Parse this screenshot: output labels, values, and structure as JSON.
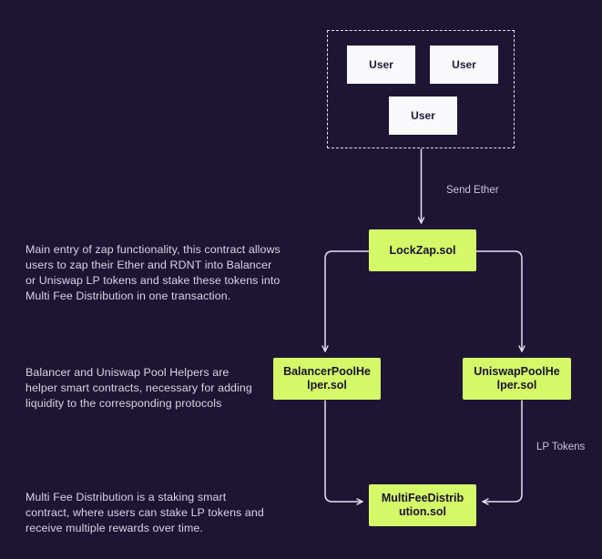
{
  "colors": {
    "background": "#1e1535",
    "accent_green": "#d5f869",
    "card_white": "#f9f9fb",
    "line": "#e6e4ef",
    "annotation_text": "#d7d4e2"
  },
  "users_group": {
    "users": [
      "User",
      "User",
      "User"
    ]
  },
  "nodes": {
    "lockzap": "LockZap.sol",
    "balancer_pool_helper": [
      "BalancerPoolHe",
      "lper.sol"
    ],
    "uniswap_pool_helper": [
      "UniswapPoolHe",
      "lper.sol"
    ],
    "multi_fee_distribution": [
      "MultiFeeDistrib",
      "ution.sol"
    ]
  },
  "edge_labels": {
    "send_ether": "Send Ether",
    "lp_tokens": "LP Tokens"
  },
  "annotations": [
    "Main entry of zap functionality, this contract allows users to zap their Ether and RDNT into Balancer or Uniswap LP tokens and stake these tokens into Multi Fee Distribution in one transaction.",
    "Balancer and Uniswap Pool Helpers are helper smart contracts, necessary for adding liquidity to the corresponding protocols",
    "Multi Fee Distribution is a staking smart contract, where users can stake LP tokens and receive multiple rewards over time."
  ]
}
